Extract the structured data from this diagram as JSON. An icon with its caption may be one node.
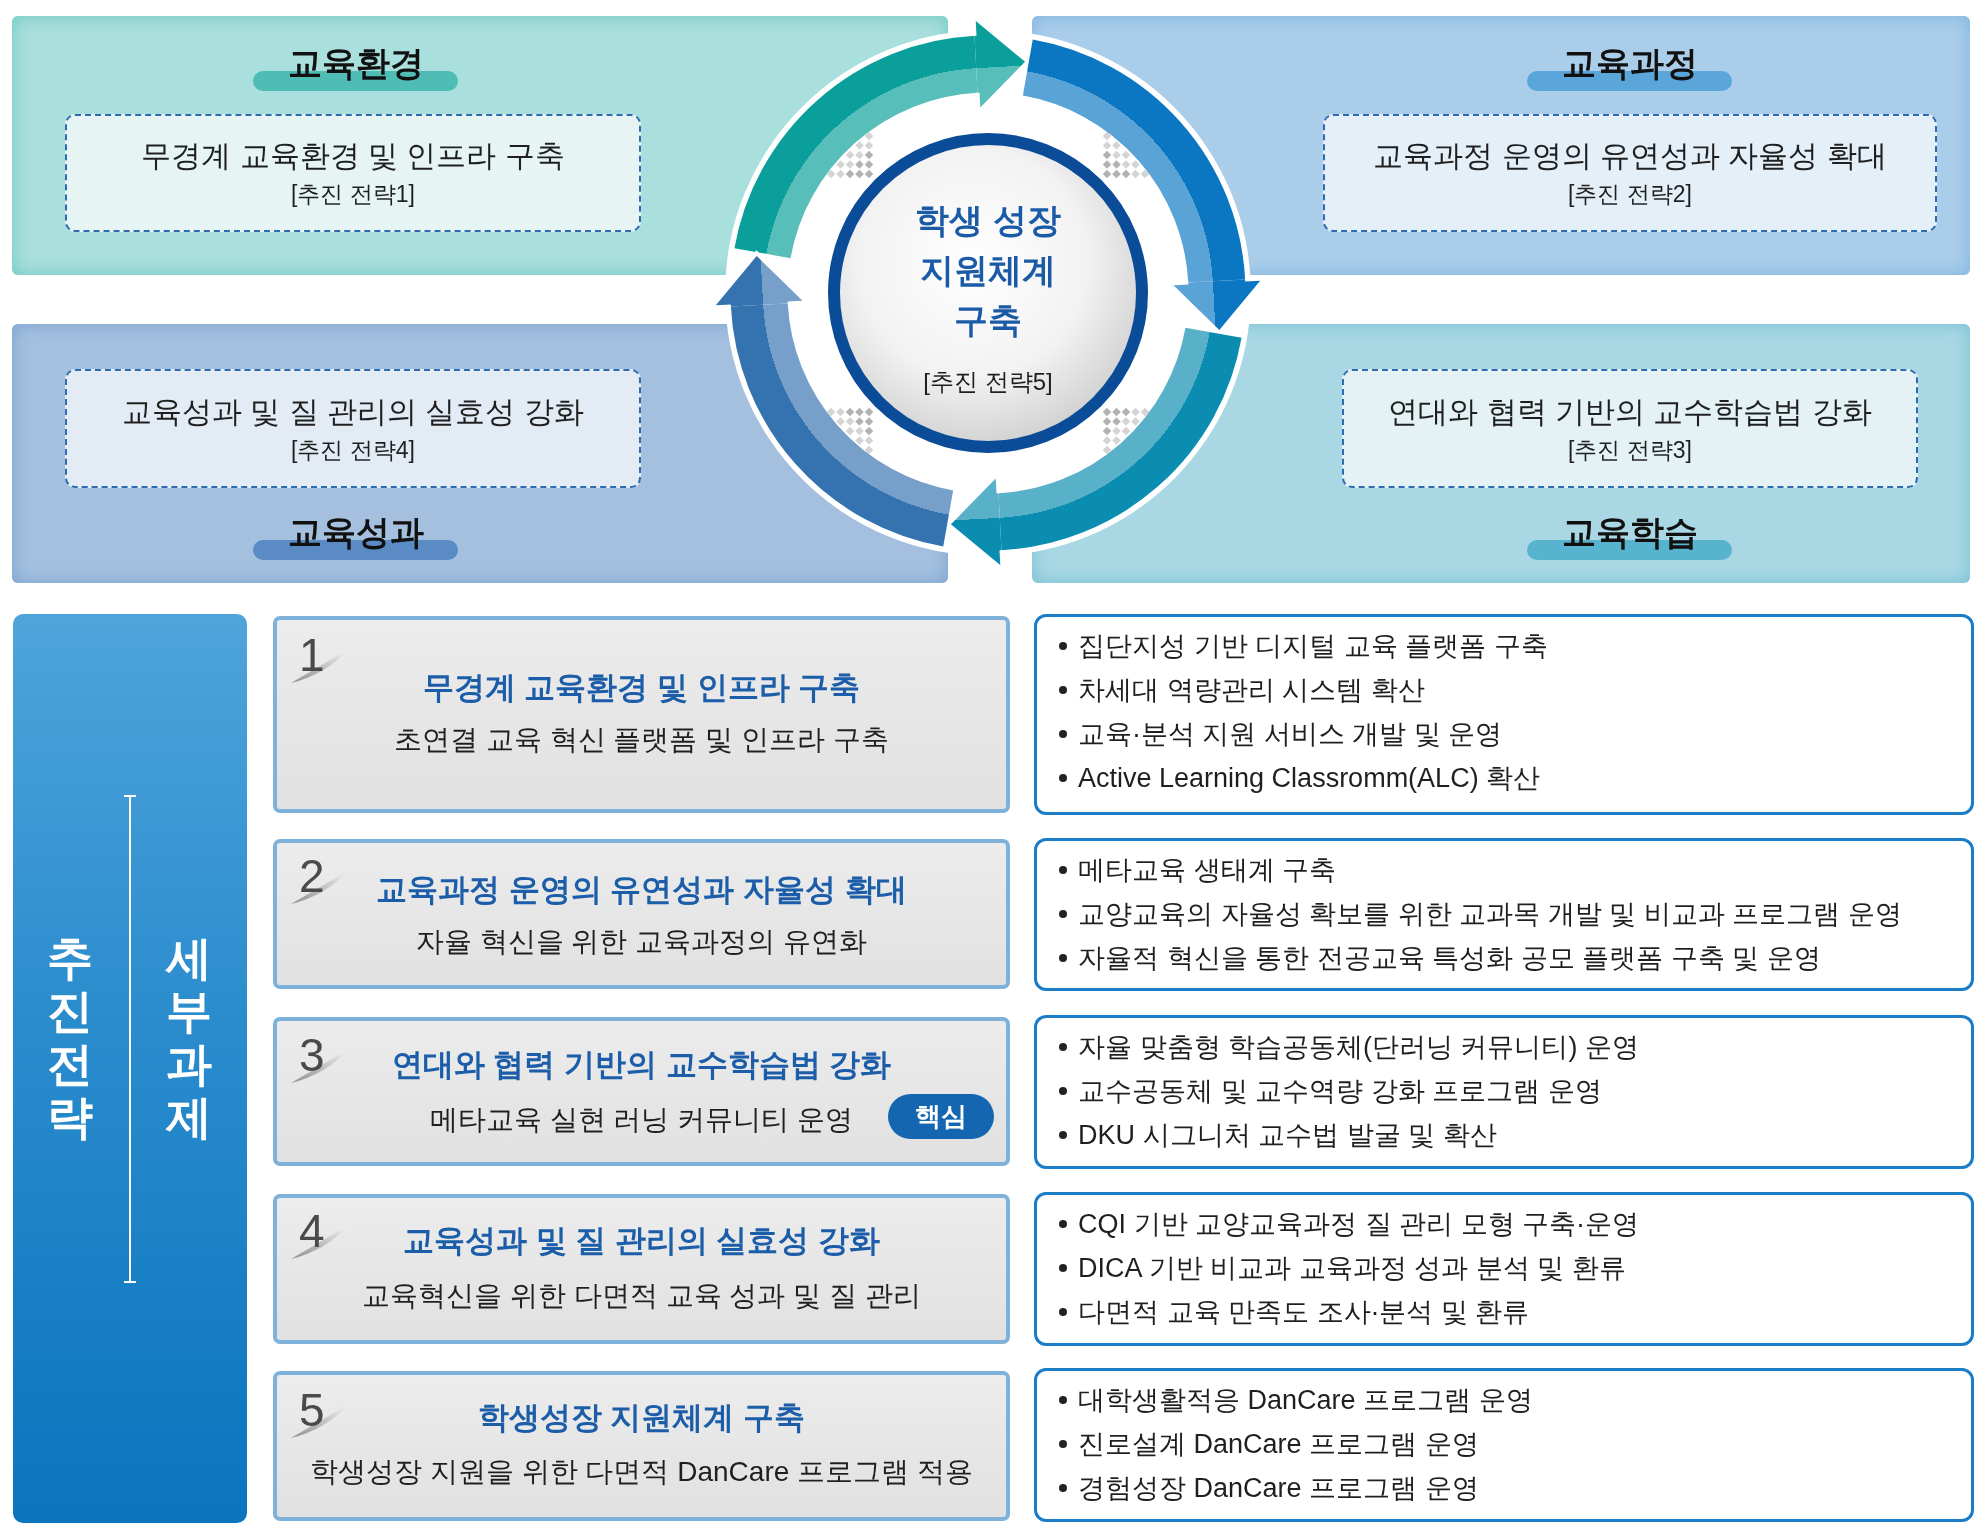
{
  "diagram": {
    "nodes": [
      {
        "text": [
          "교육환경"
        ]
      },
      {
        "text": [
          "무경계 교육환경 및 인프라 구축",
          "[추진 전략1]"
        ],
        "in": 0
      },
      {
        "text": [
          "교육과정"
        ]
      },
      {
        "text": [
          "교육과정 운영의 유연성과 자율성 확대",
          "[추진 전략2]"
        ],
        "in": 2
      },
      {
        "text": [
          "학생 성장 지원체계 구축",
          "[추진 전략5]"
        ]
      },
      {
        "text": [
          "교육성과"
        ]
      },
      {
        "text": [
          "교육성과 및 질 관리의 실효성 강화",
          "[추진 전략4]"
        ],
        "in": 5
      },
      {
        "text": [
          "교육학습"
        ]
      },
      {
        "text": [
          "연대와 협력 기반의 교수학습법 강화",
          "[추진 전략3]"
        ],
        "in": 7
      },
      {
        "text": [
          "추진전략",
          "세부과제"
        ]
      },
      {
        "text": [
          "1",
          "무경계 교육환경 및 인프라 구축",
          "초연결 교육 혁신 플랫폼 및 인프라 구축"
        ]
      },
      {
        "text": [
          "집단지성 기반 디지털 교육 플랫폼 구축",
          "차세대 역량관리 시스템 확산",
          "교육·분석 지원 서비스 개발 및 운영",
          "Active Learning Classromm(ALC) 확산"
        ]
      },
      {
        "text": [
          "2",
          "교육과정 운영의 유연성과 자율성 확대",
          "자율 혁신을 위한 교육과정의 유연화"
        ]
      },
      {
        "text": [
          "메타교육 생태계 구축",
          "교양교육의 자율성 확보를 위한 교과목 개발 및 비교과 프로그램 운영",
          "자율적 혁신을 통한 전공교육 특성화 공모 플랫폼 구축 및 운영"
        ]
      },
      {
        "text": [
          "3",
          "연대와 협력 기반의 교수학습법 강화",
          "메타교육 실현 러닝 커뮤니티 운영"
        ]
      },
      {
        "text": [
          "핵심"
        ],
        "in": 14
      },
      {
        "text": [
          "자율 맞춤형 학습공동체(단러닝 커뮤니티) 운영",
          "교수공동체 및 교수역량 강화 프로그램 운영",
          "DKU 시그니처 교수법 발굴 및 확산"
        ]
      },
      {
        "text": [
          "4",
          "교육성과 및 질 관리의 실효성 강화",
          "교육혁신을 위한 다면적 교육 성과 및 질 관리"
        ]
      },
      {
        "text": [
          "CQI 기반 교양교육과정 질 관리 모형 구축·운영",
          "DICA 기반 비교과 교육과정 성과 분석 및 환류",
          "다면적 교육 만족도 조사·분석 및 환류"
        ]
      },
      {
        "text": [
          "5",
          "학생성장 지원체계 구축",
          "학생성장 지원을 위한 다면적 DanCare 프로그램 적용"
        ]
      },
      {
        "text": [
          "대학생활적응 DanCare 프로그램 운영",
          "진로설계 DanCare 프로그램 운영",
          "경험성장 DanCare 프로그램 운영"
        ]
      }
    ],
    "edges": [
      {
        "from": 0,
        "to": 2,
        "arrow": "to",
        "color": "#0a9f9a"
      },
      {
        "from": 2,
        "to": 7,
        "arrow": "to",
        "color": "#0b77c2"
      },
      {
        "from": 7,
        "to": 5,
        "arrow": "to",
        "color": "#0a8db0"
      },
      {
        "from": 5,
        "to": 0,
        "arrow": "to",
        "color": "#3572b0"
      }
    ]
  }
}
